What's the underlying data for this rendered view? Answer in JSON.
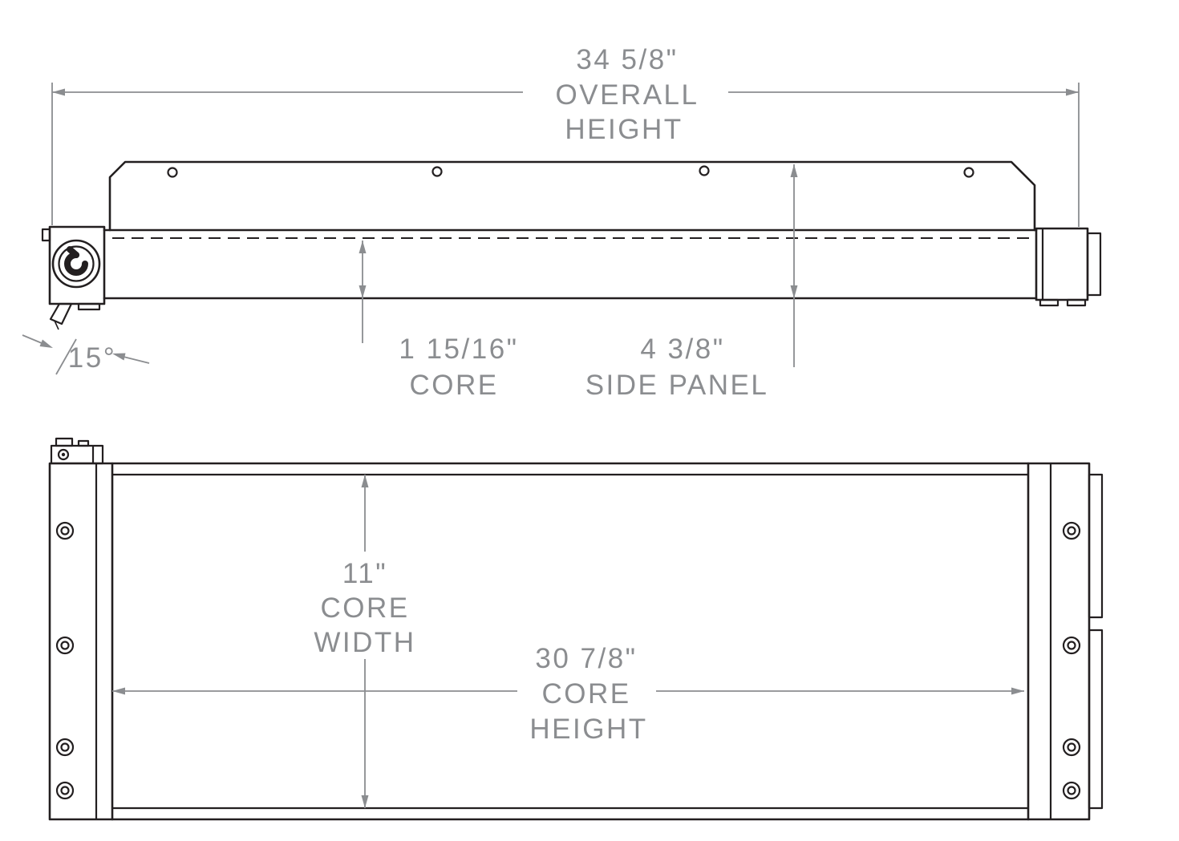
{
  "colors": {
    "outline": "#231f20",
    "dimension": "#8b8d90",
    "background": "#ffffff"
  },
  "top_view": {
    "overall_height": {
      "value": "34 5/8\"",
      "label_line1": "OVERALL",
      "label_line2": "HEIGHT"
    },
    "core_depth": {
      "value": "1 15/16\"",
      "label": "CORE"
    },
    "side_panel": {
      "value": "4 3/8\"",
      "label": "SIDE PANEL"
    },
    "spout_angle": {
      "value": "15°"
    }
  },
  "front_view": {
    "core_width": {
      "value": "11\"",
      "label_line1": "CORE",
      "label_line2": "WIDTH"
    },
    "core_height": {
      "value": "30 7/8\"",
      "label_line1": "CORE",
      "label_line2": "HEIGHT"
    }
  }
}
